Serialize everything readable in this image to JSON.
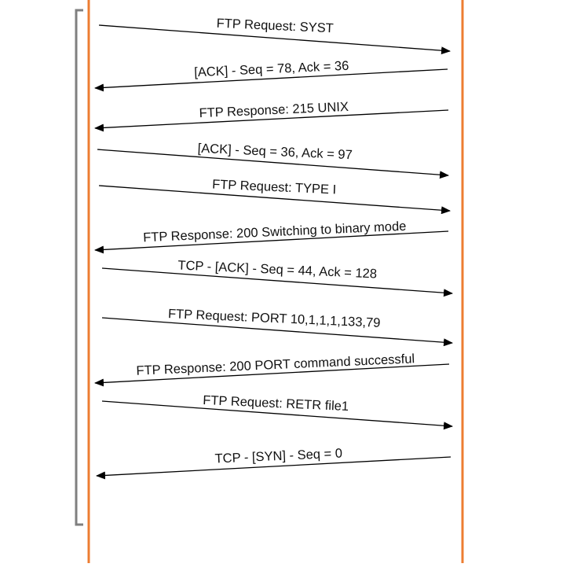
{
  "colors": {
    "lifeline": "#ED7D31",
    "bracket": "#7F7F7F",
    "arrow": "#000000",
    "text": "#111111",
    "background": "#FFFFFF"
  },
  "messages": [
    {
      "label": "FTP Request: SYST",
      "direction": "right"
    },
    {
      "label": "[ACK] - Seq = 78, Ack = 36",
      "direction": "left"
    },
    {
      "label": "FTP Response: 215 UNIX",
      "direction": "left"
    },
    {
      "label": "[ACK] - Seq = 36, Ack = 97",
      "direction": "right"
    },
    {
      "label": "FTP Request: TYPE I",
      "direction": "right"
    },
    {
      "label": "FTP Response: 200 Switching to binary mode",
      "direction": "left"
    },
    {
      "label": "TCP - [ACK] - Seq = 44, Ack = 128",
      "direction": "right"
    },
    {
      "label": "FTP Request: PORT 10,1,1,1,133,79",
      "direction": "right"
    },
    {
      "label": "FTP Response: 200 PORT command successful",
      "direction": "left"
    },
    {
      "label": "FTP Request: RETR file1",
      "direction": "right"
    },
    {
      "label": "TCP - [SYN] - Seq = 0",
      "direction": "left"
    }
  ]
}
